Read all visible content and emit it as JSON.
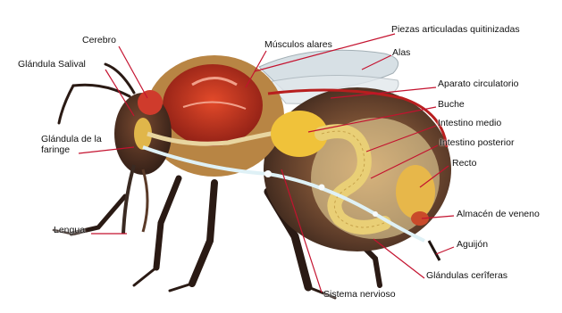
{
  "labels": {
    "cerebro": "Cerebro",
    "glandula_salival": "Glándula Salival",
    "glandula_faringe": "Glándula de la faringe",
    "lengua": "Lengua",
    "musculos_alares": "Músculos alares",
    "piezas_articuladas": "Piezas articuladas quitinizadas",
    "alas": "Alas",
    "aparato_circulatorio": "Aparato circulatorio",
    "buche": "Buche",
    "intestino_medio": "Intestino medio",
    "intestino_posterior": "Intestino posterior",
    "recto": "Recto",
    "almacen_veneno": "Almacén de veneno",
    "aguijon": "Aguijón",
    "glandulas_ceriferas": "Glándulas cerîferas",
    "sistema_nervioso": "Sistema nervioso"
  },
  "colors": {
    "leader_line": "#c4122f",
    "label_text": "#111111",
    "muscle": "#d8322a",
    "gut": "#f0c23a",
    "body_dark": "#3a2a22",
    "wing": "#cfd8de",
    "nerve": "#e8f4f8"
  }
}
